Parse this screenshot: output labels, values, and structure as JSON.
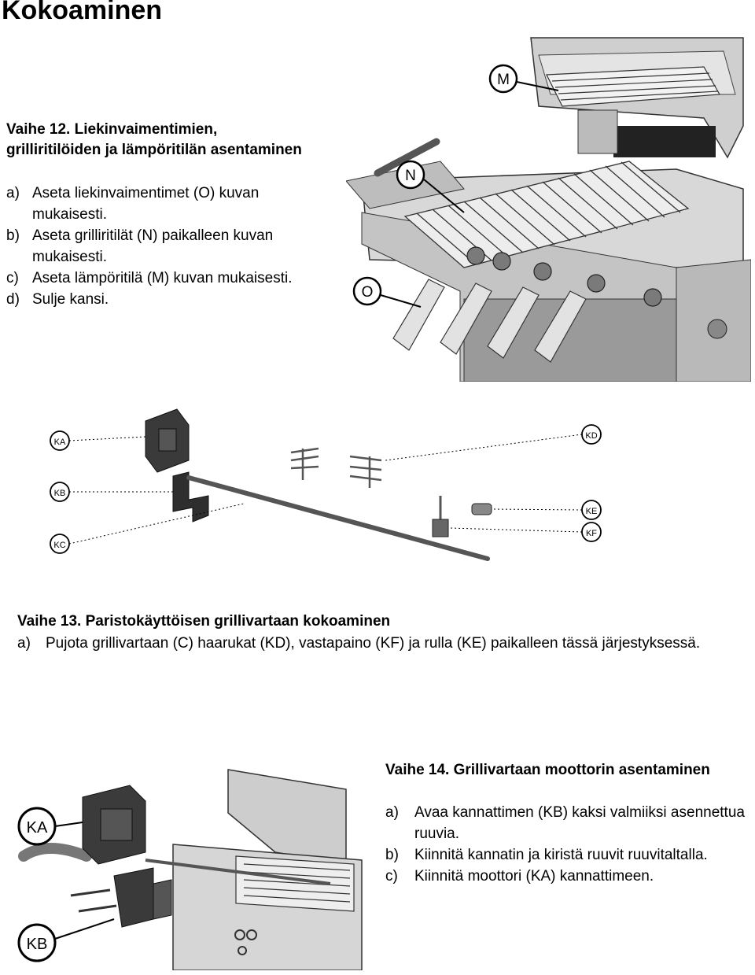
{
  "title": "Kokoaminen",
  "step12": {
    "title_line1": "Vaihe 12. Liekinvaimentimien,",
    "title_line2": "grilliritilöiden ja lämpöritilän asentaminen",
    "items": [
      {
        "mark": "a)",
        "text": "Aseta liekinvaimentimet (O) kuvan mukaisesti."
      },
      {
        "mark": "b)",
        "text": "Aseta grilliritilät (N) paikalleen kuvan mukaisesti."
      },
      {
        "mark": "c)",
        "text": "Aseta lämpöritilä (M) kuvan mukaisesti."
      },
      {
        "mark": "d)",
        "text": "Sulje kansi."
      }
    ],
    "figure_labels": {
      "m": "M",
      "n": "N",
      "o": "O"
    }
  },
  "step13": {
    "title": "Vaihe 13. Paristokäyttöisen grillivartaan kokoaminen",
    "items": [
      {
        "mark": "a)",
        "text": "Pujota grillivartaan (C) haarukat (KD), vastapaino (KF) ja rulla (KE) paikalleen tässä järjestyksessä."
      }
    ],
    "figure_labels": {
      "ka": "KA",
      "kb": "KB",
      "kc": "KC",
      "kd": "KD",
      "ke": "KE",
      "kf": "KF"
    }
  },
  "step14": {
    "title": "Vaihe 14. Grillivartaan moottorin asentaminen",
    "items": [
      {
        "mark": "a)",
        "text": "Avaa kannattimen (KB) kaksi valmiiksi asennettua ruuvia."
      },
      {
        "mark": "b)",
        "text": "Kiinnitä kannatin ja kiristä ruuvit ruuvitaltalla."
      },
      {
        "mark": "c)",
        "text": "Kiinnitä moottori (KA) kannattimeen."
      }
    ],
    "figure_labels": {
      "ka": "KA",
      "kb": "KB"
    }
  }
}
